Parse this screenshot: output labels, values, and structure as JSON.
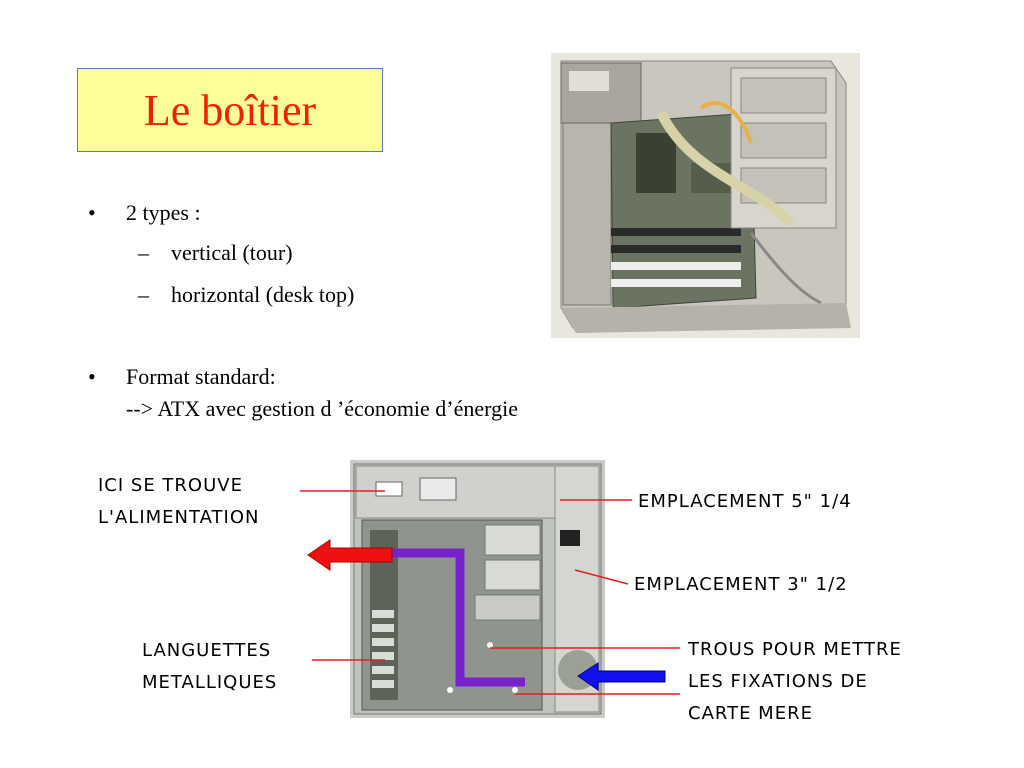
{
  "slide": {
    "title": "Le boîtier",
    "bullets": [
      {
        "mark": "•",
        "text": "2 types :",
        "subitems": [
          {
            "mark": "–",
            "text": "vertical (tour)"
          },
          {
            "mark": "–",
            "text": "horizontal (desk top)"
          }
        ]
      },
      {
        "mark": "•",
        "line1": "Format standard:",
        "line2": "--> ATX avec gestion d ’économie d’énergie"
      }
    ]
  },
  "diagram": {
    "labels": {
      "alimentation_1": "ICI SE TROUVE",
      "alimentation_2": "L'ALIMENTATION",
      "emplacement_525": "EMPLACEMENT 5\" 1/4",
      "emplacement_35": "EMPLACEMENT 3\" 1/2",
      "languettes_1": "LANGUETTES",
      "languettes_2": "METALLIQUES",
      "trous_1": "TROUS POUR METTRE",
      "trous_2": "LES FIXATIONS DE",
      "trous_3": "CARTE MERE"
    },
    "colors": {
      "leader_line": "#dd2222",
      "arrow_out": "#ee1111",
      "arrow_in": "#1111ee",
      "airflow_path": "#7722cc"
    }
  },
  "colors": {
    "title_text": "#ee2200",
    "title_box": "#ffff99",
    "title_border": "#5577cc"
  }
}
